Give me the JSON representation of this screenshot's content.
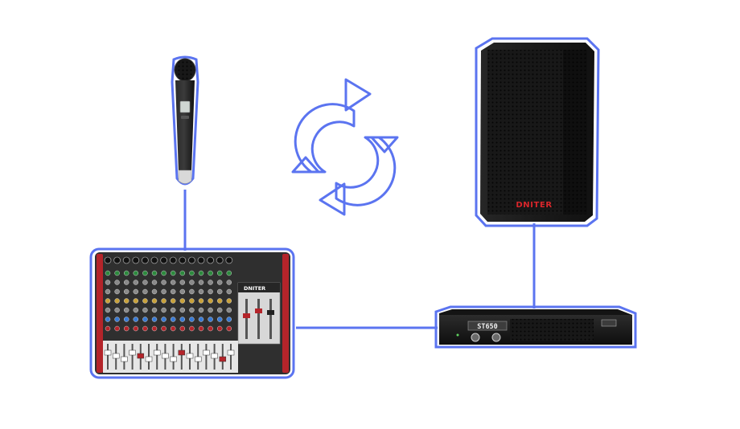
{
  "colors": {
    "outline": "#5b74f0",
    "connector": "#5b74f0",
    "background": "#ffffff",
    "device_body": "#1c1c1c",
    "speaker_logo": "#d8262b",
    "mixer_accent": "#b4242a"
  },
  "devices": {
    "microphone": {
      "icon": "wireless-microphone"
    },
    "mixer": {
      "icon": "audio-mixer",
      "brand_label": "DNITER"
    },
    "amplifier": {
      "icon": "power-amplifier",
      "model_label": "ST650"
    },
    "speaker": {
      "icon": "loudspeaker",
      "brand_label": "DNITER"
    }
  },
  "center_symbol": {
    "icon": "refresh-arrows-icon"
  }
}
